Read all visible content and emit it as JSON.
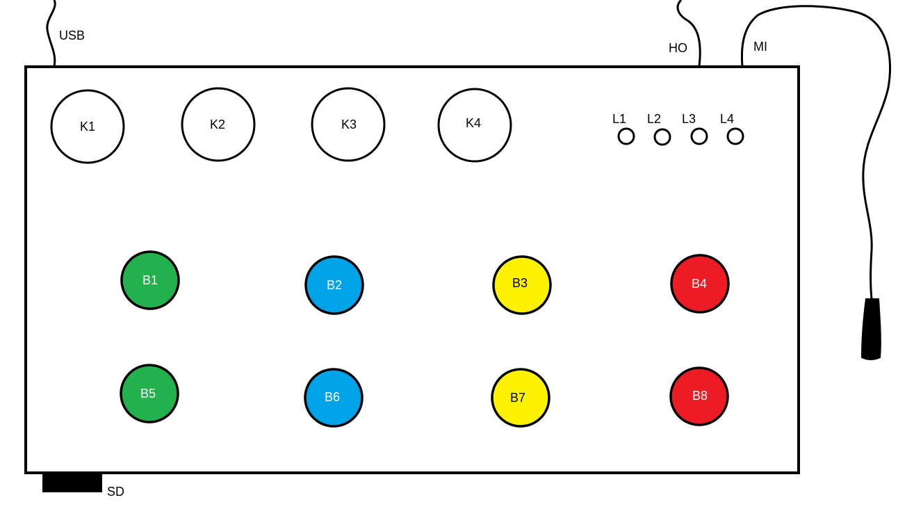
{
  "colors": {
    "outline": "#000000",
    "background": "#ffffff",
    "green": "#22b14c",
    "blue": "#00a2e8",
    "yellow": "#fff200",
    "red": "#ed1c24",
    "label_light": "#ffffff",
    "label_dark": "#000000"
  },
  "connectors": {
    "usb": "USB",
    "ho": "HO",
    "mi": "MI",
    "sd": "SD"
  },
  "knobs": [
    {
      "label": "K1"
    },
    {
      "label": "K2"
    },
    {
      "label": "K3"
    },
    {
      "label": "K4"
    }
  ],
  "leds": [
    {
      "label": "L1"
    },
    {
      "label": "L2"
    },
    {
      "label": "L3"
    },
    {
      "label": "L4"
    }
  ],
  "buttons": [
    {
      "label": "B1",
      "color": "green"
    },
    {
      "label": "B2",
      "color": "blue"
    },
    {
      "label": "B3",
      "color": "yellow"
    },
    {
      "label": "B4",
      "color": "red"
    },
    {
      "label": "B5",
      "color": "green"
    },
    {
      "label": "B6",
      "color": "blue"
    },
    {
      "label": "B7",
      "color": "yellow"
    },
    {
      "label": "B8",
      "color": "red"
    }
  ]
}
